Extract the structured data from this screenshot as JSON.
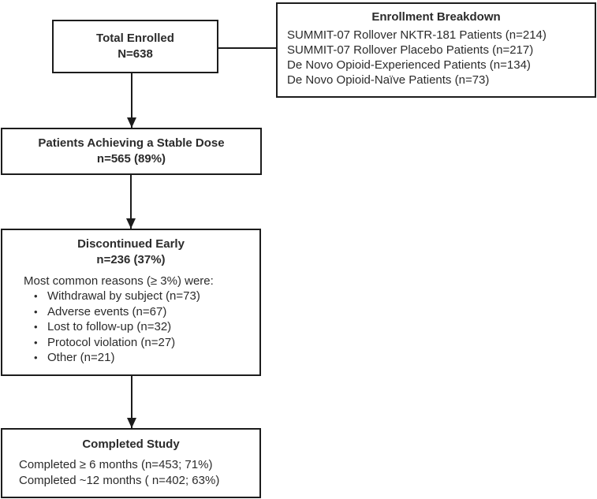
{
  "glyphs": {
    "bullet": "•"
  },
  "colors": {
    "border": "#1c1c1c",
    "text": "#2b2b2b",
    "background": "#ffffff"
  },
  "boxes": {
    "total_enrolled": {
      "title": "Total Enrolled",
      "count": "N=638"
    },
    "enrollment_breakdown": {
      "title": "Enrollment Breakdown",
      "lines": [
        "SUMMIT-07 Rollover NKTR-181 Patients (n=214)",
        "SUMMIT-07 Rollover Placebo Patients (n=217)",
        "De Novo Opioid-Experienced Patients (n=134)",
        "De Novo Opioid-Naïve Patients (n=73)"
      ]
    },
    "stable_dose": {
      "title": "Patients Achieving a Stable Dose",
      "count": "n=565 (89%)"
    },
    "discontinued": {
      "title": "Discontinued Early",
      "count": "n=236 (37%)",
      "reasons_intro": "Most common reasons (≥ 3%) were:",
      "reasons": [
        "Withdrawal by subject (n=73)",
        "Adverse events (n=67)",
        "Lost to follow-up (n=32)",
        "Protocol violation (n=27)",
        "Other (n=21)"
      ]
    },
    "completed": {
      "title": "Completed Study",
      "lines": [
        "Completed ≥ 6 months (n=453; 71%)",
        "Completed ~12 months ( n=402; 63%)"
      ]
    }
  }
}
